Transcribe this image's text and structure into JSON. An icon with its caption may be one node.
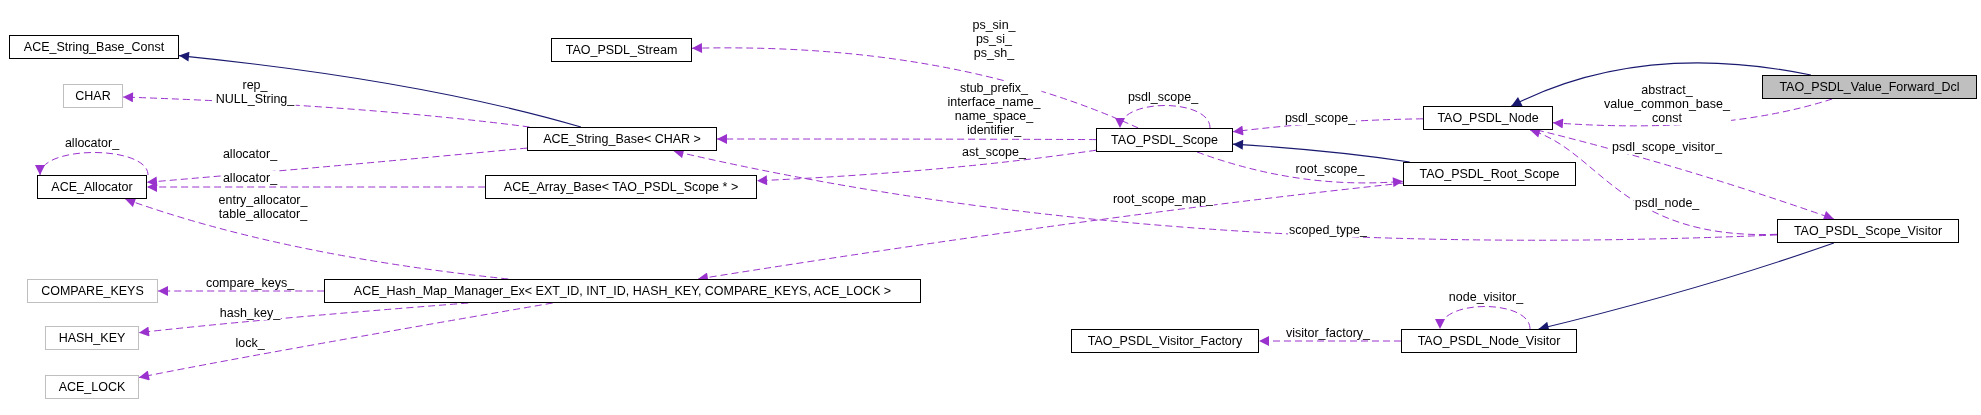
{
  "diagram": {
    "nodes": [
      {
        "text": [
          "ACE_String_Base_Const"
        ]
      },
      {
        "text": [
          "CHAR"
        ]
      },
      {
        "text": [
          "ACE_Allocator"
        ]
      },
      {
        "text": [
          "COMPARE_KEYS"
        ]
      },
      {
        "text": [
          "HASH_KEY"
        ]
      },
      {
        "text": [
          "ACE_LOCK"
        ]
      },
      {
        "text": [
          "TAO_PSDL_Stream"
        ]
      },
      {
        "text": [
          "ACE_String_Base< CHAR >"
        ]
      },
      {
        "text": [
          "ACE_Array_Base< TAO_PSDL_Scope * >"
        ]
      },
      {
        "text": [
          "ACE_Hash_Map_Manager_Ex< EXT_ID, INT_ID, HASH_KEY, COMPARE_KEYS, ACE_LOCK >"
        ]
      },
      {
        "text": [
          "TAO_PSDL_Scope"
        ]
      },
      {
        "text": [
          "TAO_PSDL_Node"
        ]
      },
      {
        "text": [
          "TAO_PSDL_Root_Scope"
        ]
      },
      {
        "text": [
          "TAO_PSDL_Value_Forward_Dcl"
        ]
      },
      {
        "text": [
          "TAO_PSDL_Scope_Visitor"
        ]
      },
      {
        "text": [
          "TAO_PSDL_Visitor_Factory"
        ]
      },
      {
        "text": [
          "TAO_PSDL_Node_Visitor"
        ]
      }
    ],
    "edges": [
      {
        "from": 7,
        "to": 0,
        "arrow": "to",
        "color": "#191970"
      },
      {
        "from": 7,
        "to": 1,
        "arrow": "to",
        "label": "rep_ NULL_String_",
        "style": "dashed"
      },
      {
        "from": 7,
        "to": 2,
        "arrow": "to",
        "label": "allocator_",
        "style": "dashed"
      },
      {
        "from": 2,
        "to": 2,
        "arrow": "to",
        "label": "allocator_",
        "style": "dashed"
      },
      {
        "from": 8,
        "to": 2,
        "arrow": "to",
        "label": "allocator_",
        "style": "dashed"
      },
      {
        "from": 9,
        "to": 2,
        "arrow": "to",
        "label": "entry_allocator_ table_allocator_",
        "style": "dashed"
      },
      {
        "from": 9,
        "to": 3,
        "arrow": "to",
        "label": "compare_keys_",
        "style": "dashed"
      },
      {
        "from": 9,
        "to": 4,
        "arrow": "to",
        "label": "hash_key_",
        "style": "dashed"
      },
      {
        "from": 9,
        "to": 5,
        "arrow": "to",
        "label": "lock_",
        "style": "dashed"
      },
      {
        "from": 10,
        "to": 6,
        "arrow": "to",
        "label": "ps_sin_ ps_si_ ps_sh_",
        "style": "dashed"
      },
      {
        "from": 10,
        "to": 7,
        "arrow": "to",
        "label": "stub_prefix_ interface_name_ name_space_ identifier_",
        "style": "dashed"
      },
      {
        "from": 10,
        "to": 8,
        "arrow": "to",
        "label": "ast_scope_",
        "style": "dashed"
      },
      {
        "from": 10,
        "to": 10,
        "arrow": "to",
        "label": "psdl_scope_",
        "style": "dashed"
      },
      {
        "from": 11,
        "to": 10,
        "arrow": "to",
        "label": "psdl_scope_",
        "style": "dashed"
      },
      {
        "from": 12,
        "to": 10,
        "arrow": "to",
        "color": "#191970"
      },
      {
        "from": 10,
        "to": 12,
        "arrow": "to",
        "label": "root_scope_",
        "style": "dashed"
      },
      {
        "from": 12,
        "to": 9,
        "arrow": "to",
        "label": "root_scope_map_",
        "style": "dashed"
      },
      {
        "from": 13,
        "to": 11,
        "arrow": "to",
        "color": "#191970"
      },
      {
        "from": 13,
        "to": 11,
        "arrow": "to",
        "label": "abstract_ value_common_base_ const",
        "style": "dashed"
      },
      {
        "from": 11,
        "to": 14,
        "arrow": "to",
        "label": "psdl_scope_visitor_",
        "style": "dashed"
      },
      {
        "from": 14,
        "to": 11,
        "arrow": "to",
        "label": "psdl_node_",
        "style": "dashed"
      },
      {
        "from": 14,
        "to": 7,
        "arrow": "to",
        "label": "scoped_type_",
        "style": "dashed"
      },
      {
        "from": 14,
        "to": 16,
        "arrow": "to",
        "color": "#191970"
      },
      {
        "from": 16,
        "to": 16,
        "arrow": "to",
        "label": "node_visitor_",
        "style": "dashed"
      },
      {
        "from": 16,
        "to": 15,
        "arrow": "to",
        "label": "visitor_factory_",
        "style": "dashed"
      }
    ]
  }
}
